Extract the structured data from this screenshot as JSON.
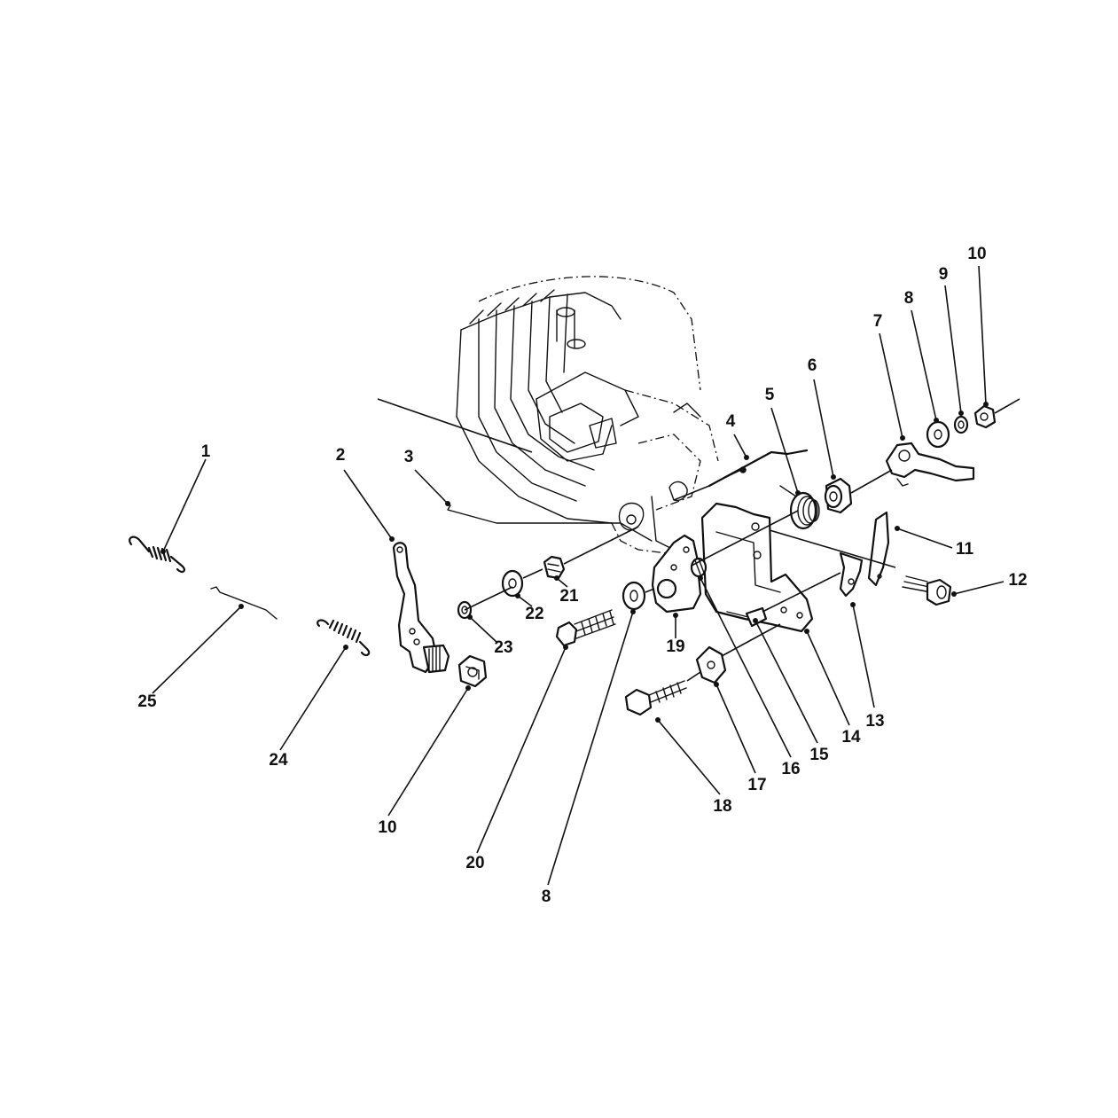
{
  "diagram": {
    "type": "exploded-parts-diagram",
    "callouts": [
      {
        "id": "c1",
        "label": "1"
      },
      {
        "id": "c2",
        "label": "2"
      },
      {
        "id": "c3",
        "label": "3"
      },
      {
        "id": "c4",
        "label": "4"
      },
      {
        "id": "c5",
        "label": "5"
      },
      {
        "id": "c6",
        "label": "6"
      },
      {
        "id": "c7",
        "label": "7"
      },
      {
        "id": "c8a",
        "label": "8"
      },
      {
        "id": "c9",
        "label": "9"
      },
      {
        "id": "c10a",
        "label": "10"
      },
      {
        "id": "c11",
        "label": "11"
      },
      {
        "id": "c12",
        "label": "12"
      },
      {
        "id": "c13",
        "label": "13"
      },
      {
        "id": "c14",
        "label": "14"
      },
      {
        "id": "c15",
        "label": "15"
      },
      {
        "id": "c16",
        "label": "16"
      },
      {
        "id": "c17",
        "label": "17"
      },
      {
        "id": "c18",
        "label": "18"
      },
      {
        "id": "c19",
        "label": "19"
      },
      {
        "id": "c20",
        "label": "20"
      },
      {
        "id": "c21",
        "label": "21"
      },
      {
        "id": "c22",
        "label": "22"
      },
      {
        "id": "c23",
        "label": "23"
      },
      {
        "id": "c24",
        "label": "24"
      },
      {
        "id": "c25",
        "label": "25"
      },
      {
        "id": "c10b",
        "label": "10"
      },
      {
        "id": "c8b",
        "label": "8"
      }
    ]
  }
}
